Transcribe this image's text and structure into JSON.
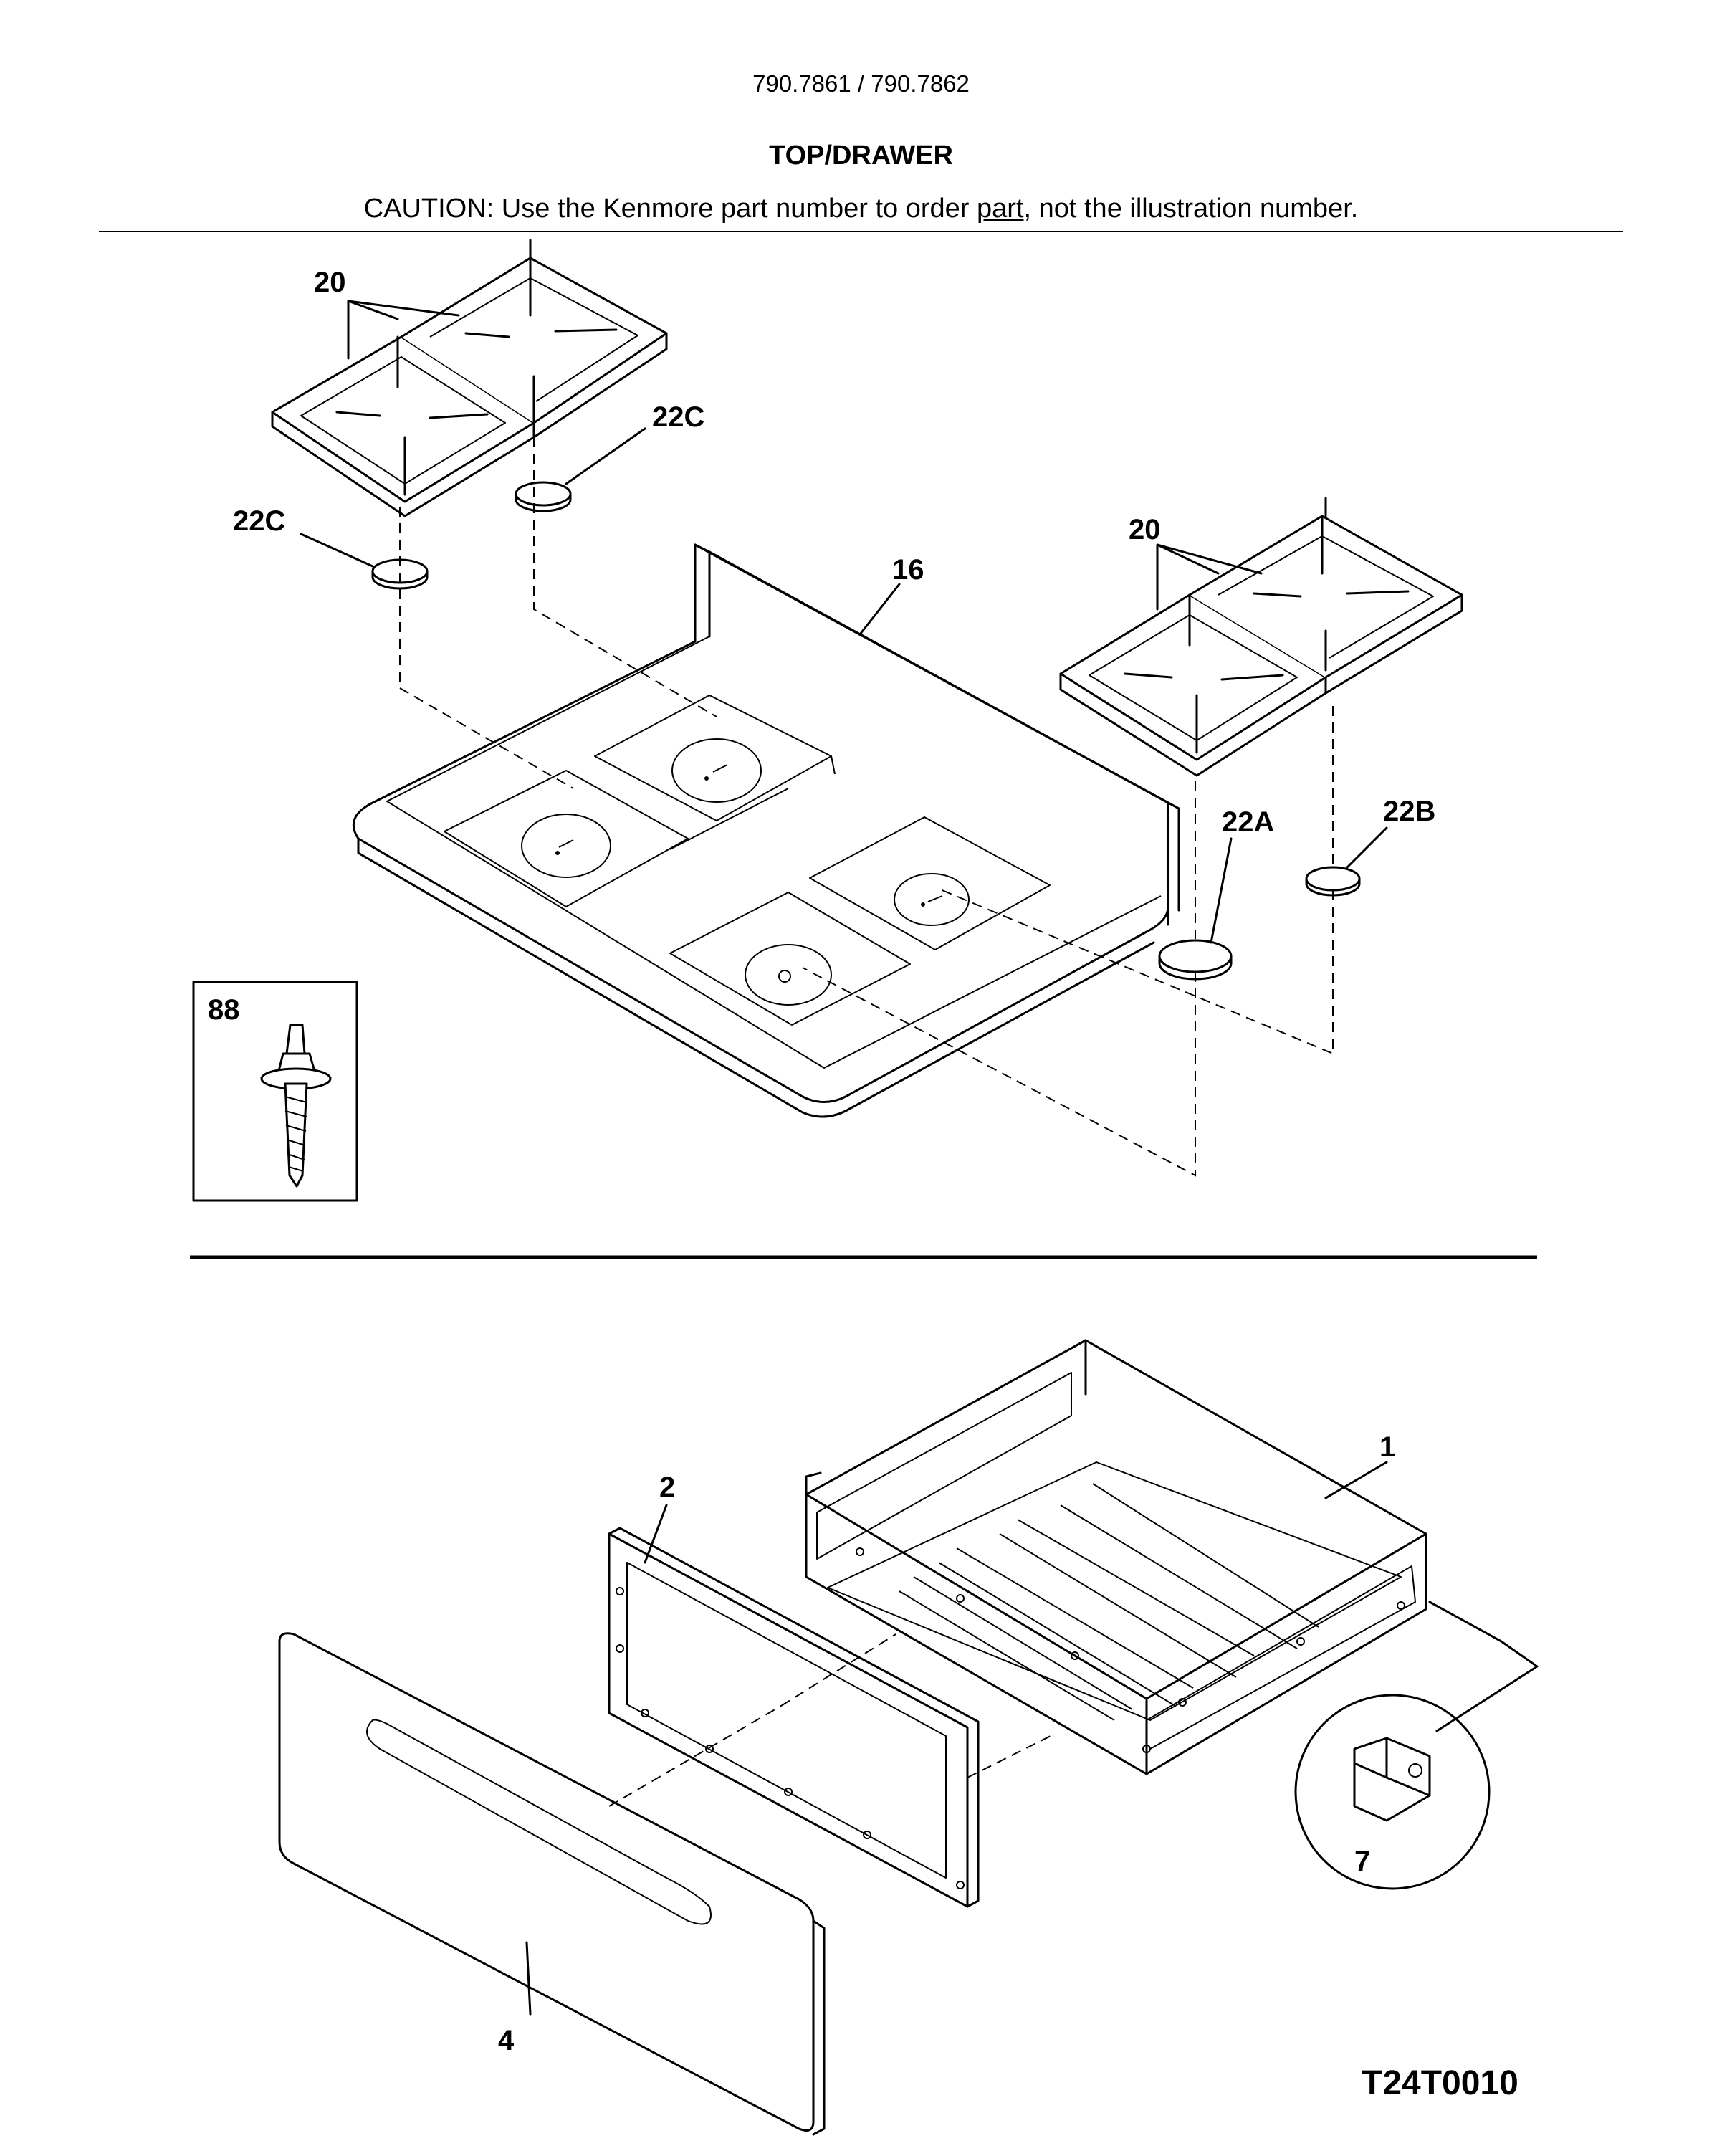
{
  "header": {
    "model": "790.7861 / 790.7862",
    "title": "TOP/DRAWER",
    "caution_prefix": "CAUTION: Use the Kenmore part number to order ",
    "caution_link": "part",
    "caution_suffix": ", not the illustration number."
  },
  "callouts": {
    "grate_left": "20",
    "cap_left_upper": "22C",
    "cap_left_lower": "22C",
    "cooktop": "16",
    "grate_right": "20",
    "cap_22a": "22A",
    "cap_22b": "22B",
    "screw": "88",
    "drawer_body": "1",
    "drawer_inner_panel": "2",
    "drawer_front": "4",
    "clip": "7"
  },
  "figure_code": "T24T0010"
}
